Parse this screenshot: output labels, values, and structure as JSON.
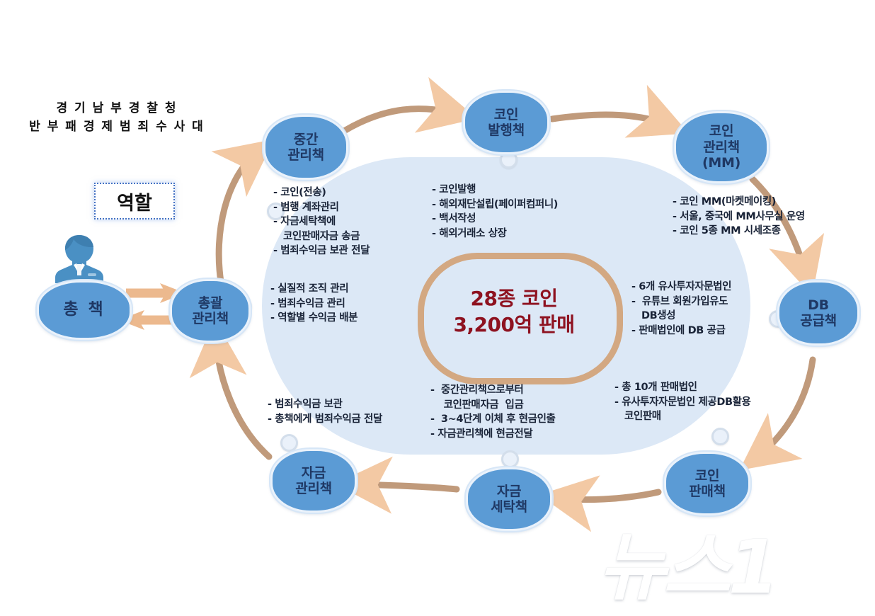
{
  "header": {
    "org_line1": "경 기 남 부 경 찰 청",
    "org_line2": "반 부 패 경 제 범 죄 수 사 대",
    "role_label": "역할"
  },
  "center": {
    "line1": "28종 코인",
    "line2": "3,200억 판매"
  },
  "nodes": [
    {
      "id": "chongchaek",
      "label": "총 책"
    },
    {
      "id": "chonggwal",
      "label": "총괄\n관리책"
    },
    {
      "id": "junggan",
      "label": "중간\n관리책"
    },
    {
      "id": "coin-balhaeng",
      "label": "코인\n발행책"
    },
    {
      "id": "coin-gwanri-mm",
      "label": "코인\n관리책\n(MM)"
    },
    {
      "id": "db-gonggeup",
      "label": "DB\n공급책"
    },
    {
      "id": "coin-panmae",
      "label": "코인\n판매책"
    },
    {
      "id": "jageum-setak",
      "label": "자금\n세탁책"
    },
    {
      "id": "jageum-gwanri",
      "label": "자금\n관리책"
    }
  ],
  "blocks": {
    "junggan": "- 코인(전송)\n- 범행 계좌관리\n- 자금세탁책에\n   코인판매자금 송금\n- 범죄수익금 보관 전달",
    "chonggwal": "- 실질적 조직 관리\n- 범죄수익금 관리\n- 역할별 수익금 배분",
    "coin_balhaeng": "- 코인발행\n- 해외재단설립(페이퍼컴퍼니)\n- 백서작성\n- 해외거래소 상장",
    "coin_gwanri_mm": "- 코인 MM(마켓메이킹)\n- 서울, 중국에 MM사무실 운영\n- 코인 5종 MM 시세조종",
    "db_gonggeup": "- 6개 유사투자자문법인\n-  유튜브 회원가입유도\n   DB생성\n- 판매법인에 DB 공급",
    "coin_panmae": "- 총 10개 판매법인\n- 유사투자자문법인 제공DB활용\n   코인판매",
    "jageum_setak": "-  중간관리책으로부터\n    코인판매자금  입금\n-  3~4단계 이체 후 현금인출\n- 자금관리책에 현금전달",
    "jageum_gwanri": "- 범죄수익금 보관\n- 총책에게 범죄수익금 전달"
  },
  "watermark": {
    "text": "뉴스1"
  },
  "colors": {
    "node_fill": "#5B9BD5",
    "node_text": "#1F3864",
    "hub_fill": "#DCE8F6",
    "ring_stroke": "#D3A882",
    "center_text": "#8E1220",
    "arrow_line": "#C09A7B",
    "arrow_head": "#F3C9A4",
    "role_border": "#4472C4"
  }
}
